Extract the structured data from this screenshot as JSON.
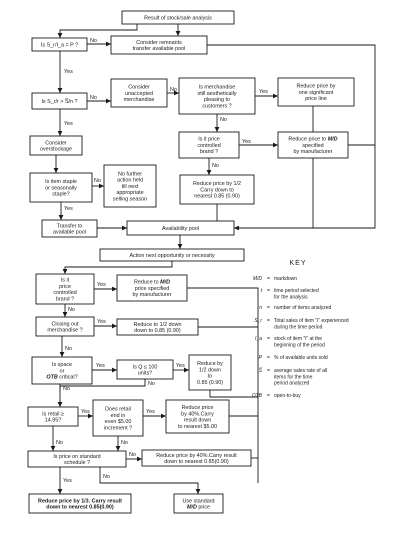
{
  "boxes": {
    "result": [
      "Result of stock/sale analysis"
    ],
    "q1": [
      "Is S_r/I_a = P ?"
    ],
    "remnants": [
      "Consider remnants",
      "transfer available pool"
    ],
    "q2": [
      "Is S_r/r > S̅/n ?"
    ],
    "unaccepted": [
      "Consider",
      "unaccepted",
      "merchandise"
    ],
    "aesthetic": [
      "Is merchandise",
      "still aesthetically",
      "pleasing to",
      "customers ?"
    ],
    "sigprice": [
      "Reduce price by",
      "one significant",
      "price line"
    ],
    "overstock": [
      "Consider",
      "overstockage"
    ],
    "pricecontrolled1": [
      "Is it price",
      "controlled",
      "brand ?"
    ],
    "mdmanufacturer1": [
      "Reduce price to M/D",
      "specified",
      "by manufacturer"
    ],
    "staple": [
      "Is item staple",
      "or seasonally",
      "staple?"
    ],
    "nofurther": [
      "No further",
      "action held",
      "till next",
      "appropriate",
      "selling season"
    ],
    "half1": [
      "Reduce price by 1/2",
      "Carry down to",
      "nearest 0.85 (0.90)"
    ],
    "transfer": [
      "Transfer to",
      "available pool"
    ],
    "pool": [
      "Availability pool"
    ],
    "nextopp": [
      "Action next opportunity or necessity"
    ],
    "pricecontrolled2": [
      "Is it",
      "price",
      "controlled",
      "brand ?"
    ],
    "mdmanufacturer2": [
      "Reduce to M/D",
      "price specified",
      "by manufacturer"
    ],
    "closingout": [
      "Closing out",
      "merchandise ?"
    ],
    "half2": [
      "Reduce to 1/2 down",
      "down to 0.85 (0.90)"
    ],
    "space": [
      "Is space",
      "or",
      "OTB critical?"
    ],
    "q100": [
      "Is Q ≤ 100",
      "units?"
    ],
    "half3": [
      "Reduce by",
      "1/2 down",
      "to",
      "0.85 (0.90)"
    ],
    "retail": [
      "Is retail ≥",
      "14.95?"
    ],
    "evenretail": [
      "Does retail",
      "end in",
      "even $5.00",
      "increment ?"
    ],
    "forty1": [
      "Reduce price",
      "by 40%.Carry",
      "result down",
      "to nearest $5.00"
    ],
    "standard": [
      "Is price on standard",
      "schedule ?"
    ],
    "forty2": [
      "Reduce price by 40%.Carry result",
      "down to nearest 0.85(0.90)"
    ],
    "third": [
      "Reduce price by 1/3. Carry result",
      "down to nearest 0.85(0.90)"
    ],
    "usestandard": [
      "Use standard",
      "M/D price"
    ]
  },
  "labels": {
    "yes": "Yes",
    "no": "No"
  },
  "key": {
    "title": "KEY",
    "entries": [
      {
        "sym": "M/D",
        "def": [
          "markdown"
        ]
      },
      {
        "sym": "t",
        "def": [
          "time period selected",
          "for the analysis"
        ]
      },
      {
        "sym": "n",
        "def": [
          "number of items analyzed"
        ]
      },
      {
        "sym": "S_r",
        "def": [
          "Total sales of item \"i\" experienced",
          "during the time period"
        ]
      },
      {
        "sym": "I_a",
        "def": [
          "stock of item \"i\" at the",
          "beginning of the period"
        ]
      },
      {
        "sym": "P",
        "def": [
          "% of available units sold"
        ]
      },
      {
        "sym": "S̅",
        "def": [
          "average sales rate of all",
          "items for the time",
          "period analyzed"
        ]
      },
      {
        "sym": "OTB",
        "def": [
          "open-to-buy"
        ]
      }
    ]
  }
}
